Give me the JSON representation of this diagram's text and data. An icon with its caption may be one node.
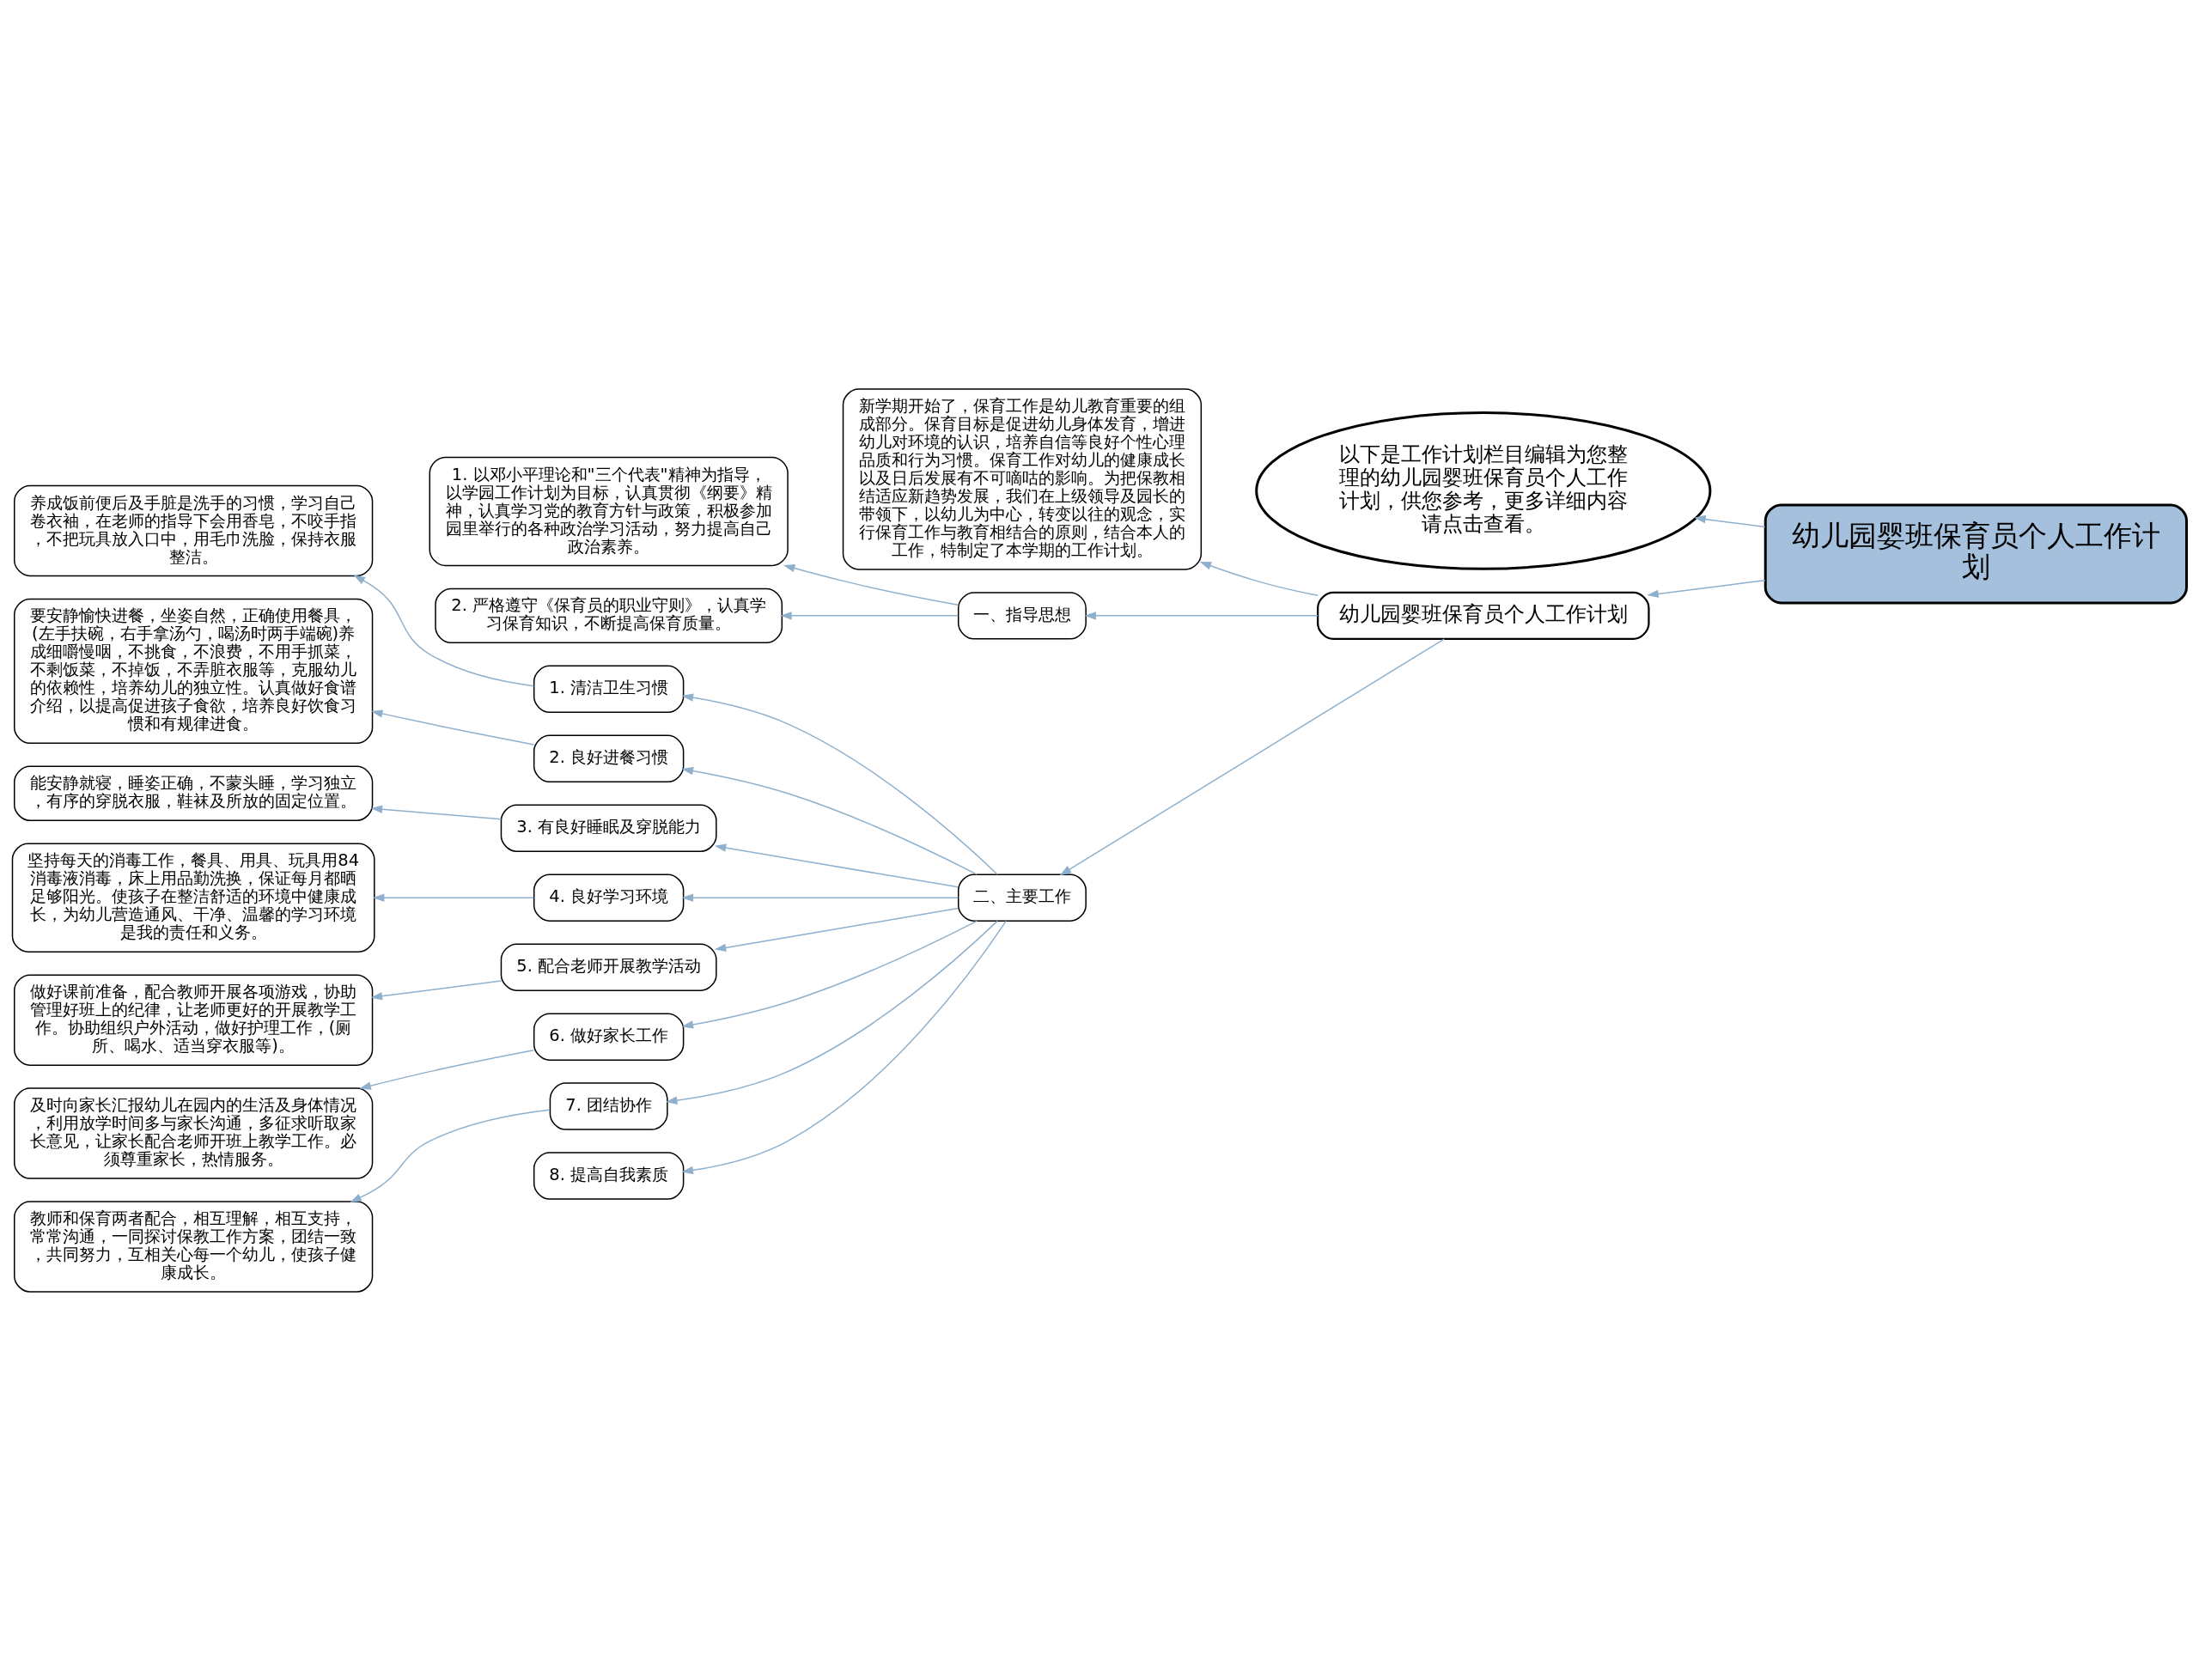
{
  "diagram": {
    "nodes": [
      {
        "text": [
          "幼儿园婴班保育员个人工作计划"
        ]
      },
      {
        "text": [
          "以下是工作计划栏目编辑为您整理的幼儿园婴班保育员个人工作计划，供您参考，更多详细内容请点击查看。"
        ]
      },
      {
        "text": [
          "幼儿园婴班保育员个人工作计划"
        ]
      },
      {
        "text": [
          "新学期开始了，保育工作是幼儿教育重要的组成部分。保育目标是促进幼儿身体发育，增进幼儿对环境的认识，培养自信等良好个性心理品质和行为习惯。保育工作对幼儿的健康成长以及日后发展有不可嘀咕的影响。为把保教相结适应新趋势发展，我们在上级领导及园长的带领下，以幼儿为中心，转变以往的观念，实行保育工作与教育相结合的原则，结合本人的工作，特制定了本学期的工作计划。"
        ]
      },
      {
        "text": [
          "一、指导思想"
        ]
      },
      {
        "text": [
          "1. 以邓小平理论和\"三个代表\"精神为指导，以学园工作计划为目标，认真贯彻《纲要》精神，认真学习党的教育方针与政策，积极参加园里举行的各种政治学习活动，努力提高自己政治素养。"
        ]
      },
      {
        "text": [
          "2. 严格遵守《保育员的职业守则》，认真学习保育知识，不断提高保育质量。"
        ]
      },
      {
        "text": [
          "二、主要工作"
        ]
      },
      {
        "text": [
          "1. 清洁卫生习惯"
        ]
      },
      {
        "text": [
          "养成饭前便后及手脏是洗手的习惯，学习自己卷衣袖，在老师的指导下会用香皂，不咬手指，不把玩具放入口中，用毛巾洗脸，保持衣服整洁。"
        ]
      },
      {
        "text": [
          "2. 良好进餐习惯"
        ]
      },
      {
        "text": [
          "要安静愉快进餐，坐姿自然，正确使用餐具，(左手扶碗，右手拿汤勺，喝汤时两手端碗)养成细嚼慢咽，不挑食，不浪费，不用手抓菜，不剩饭菜，不掉饭，不弄脏衣服等，克服幼儿的依赖性，培养幼儿的独立性。认真做好食谱介绍，以提高促进孩子食欲，培养良好饮食习惯和有规律进食。"
        ]
      },
      {
        "text": [
          "3. 有良好睡眠及穿脱能力"
        ]
      },
      {
        "text": [
          "能安静就寝，睡姿正确，不蒙头睡，学习独立，有序的穿脱衣服，鞋袜及所放的固定位置。"
        ]
      },
      {
        "text": [
          "4. 良好学习环境"
        ]
      },
      {
        "text": [
          "坚持每天的消毒工作，餐具、用具、玩具用84消毒液消毒，床上用品勤洗换，保证每月都晒足够阳光。使孩子在整洁舒适的环境中健康成长，为幼儿营造通风、干净、温馨的学习环境是我的责任和义务。"
        ]
      },
      {
        "text": [
          "5. 配合老师开展教学活动"
        ]
      },
      {
        "text": [
          "做好课前准备，配合教师开展各项游戏，协助管理好班上的纪律，让老师更好的开展教学工作。协助组织户外活动，做好护理工作，(厕所、喝水、适当穿衣服等)。"
        ]
      },
      {
        "text": [
          "6. 做好家长工作"
        ]
      },
      {
        "text": [
          "及时向家长汇报幼儿在园内的生活及身体情况，利用放学时间多与家长沟通，多征求听取家长意见，让家长配合老师开班上教学工作。必须尊重家长，热情服务。"
        ]
      },
      {
        "text": [
          "7. 团结协作"
        ]
      },
      {
        "text": [
          "教师和保育两者配合，相互理解，相互支持，常常沟通，一同探讨保教工作方案，团结一致，共同努力，互相关心每一个幼儿，使孩子健康成长。"
        ]
      },
      {
        "text": [
          "8. 提高自我素质"
        ]
      }
    ],
    "edges": [
      {
        "from": 0,
        "to": 1,
        "arrow": "to"
      },
      {
        "from": 0,
        "to": 2,
        "arrow": "to"
      },
      {
        "from": 2,
        "to": 3,
        "arrow": "to"
      },
      {
        "from": 2,
        "to": 4,
        "arrow": "to"
      },
      {
        "from": 2,
        "to": 7,
        "arrow": "to"
      },
      {
        "from": 4,
        "to": 5,
        "arrow": "to"
      },
      {
        "from": 4,
        "to": 6,
        "arrow": "to"
      },
      {
        "from": 7,
        "to": 8,
        "arrow": "to"
      },
      {
        "from": 8,
        "to": 9,
        "arrow": "to"
      },
      {
        "from": 7,
        "to": 10,
        "arrow": "to"
      },
      {
        "from": 10,
        "to": 11,
        "arrow": "to"
      },
      {
        "from": 7,
        "to": 12,
        "arrow": "to"
      },
      {
        "from": 12,
        "to": 13,
        "arrow": "to"
      },
      {
        "from": 7,
        "to": 14,
        "arrow": "to"
      },
      {
        "from": 14,
        "to": 15,
        "arrow": "to"
      },
      {
        "from": 7,
        "to": 16,
        "arrow": "to"
      },
      {
        "from": 16,
        "to": 17,
        "arrow": "to"
      },
      {
        "from": 7,
        "to": 18,
        "arrow": "to"
      },
      {
        "from": 18,
        "to": 19,
        "arrow": "to"
      },
      {
        "from": 7,
        "to": 20,
        "arrow": "to"
      },
      {
        "from": 20,
        "to": 21,
        "arrow": "to"
      },
      {
        "from": 7,
        "to": 22,
        "arrow": "to"
      }
    ]
  }
}
